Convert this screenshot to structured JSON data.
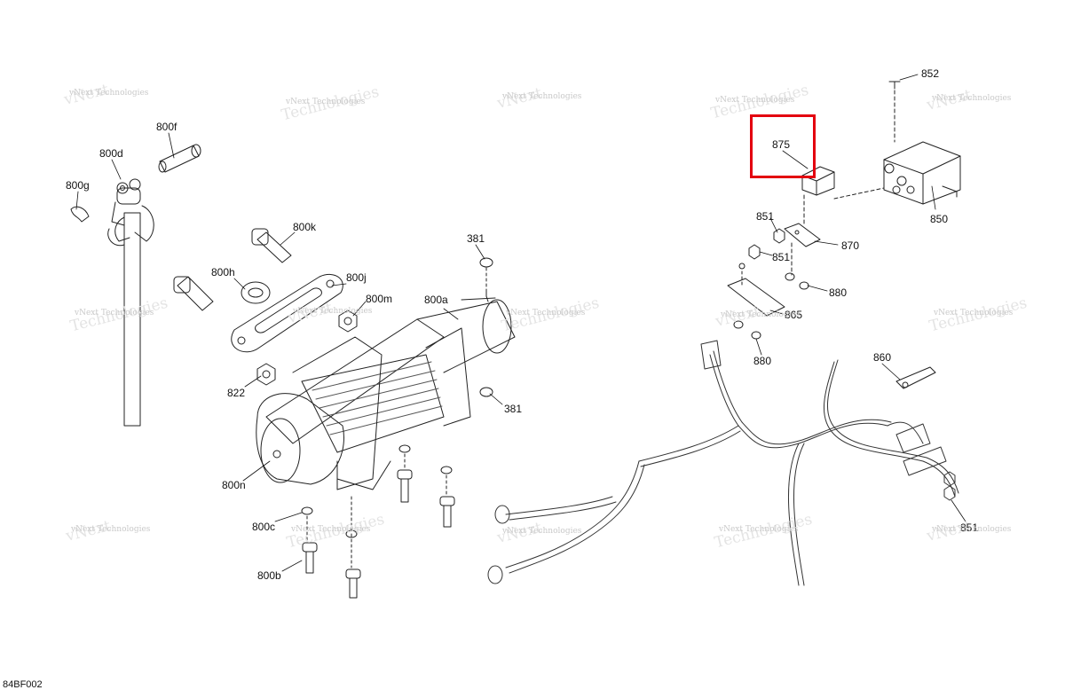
{
  "diagram": {
    "figure_code": "84BF002",
    "highlighted_part": "875",
    "highlight_color": "#e3000f",
    "watermark": {
      "line1": "vNext",
      "line2": "Technologies",
      "small": "vNext Technologies"
    },
    "callouts": [
      "852",
      "875",
      "850",
      "851",
      "870",
      "851",
      "880",
      "865",
      "880",
      "860",
      "851",
      "800f",
      "800d",
      "800g",
      "800k",
      "381",
      "800h",
      "800j",
      "800m",
      "800a",
      "822",
      "381",
      "800n",
      "800c",
      "800b"
    ]
  }
}
